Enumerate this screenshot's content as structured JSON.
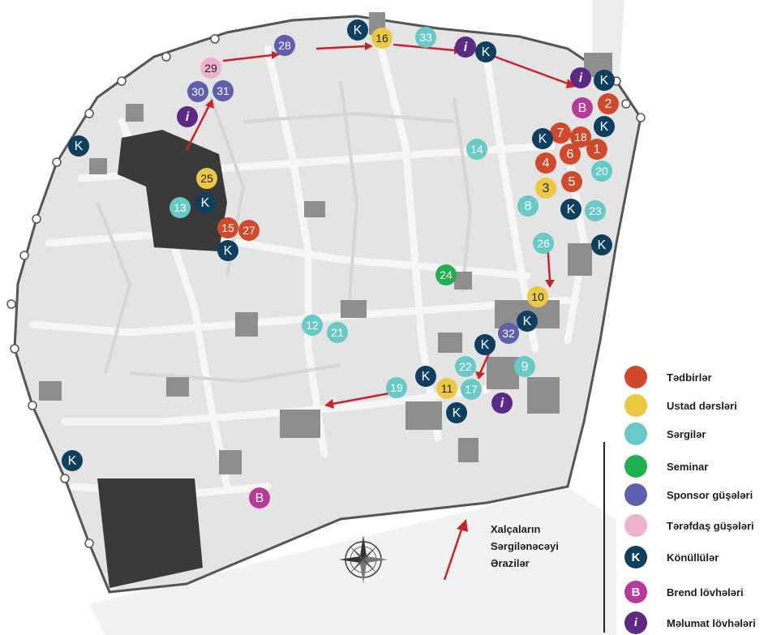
{
  "legend": {
    "items": [
      {
        "label": "Tədbirlər",
        "color": "#d0492a",
        "glyph": ""
      },
      {
        "label": "Ustad dərsləri",
        "color": "#ecc843",
        "glyph": ""
      },
      {
        "label": "Sərgilər",
        "color": "#68c9c7",
        "glyph": ""
      },
      {
        "label": "Seminar",
        "color": "#1fb04f",
        "glyph": ""
      },
      {
        "label": "Sponsor güşələri",
        "color": "#5f5eaf",
        "glyph": ""
      },
      {
        "label": "Tərəfdaş güşələri",
        "color": "#eeb2cf",
        "glyph": ""
      },
      {
        "label": "Könüllülər",
        "color": "#0e3f5f",
        "glyph": "K"
      },
      {
        "label": "Brend lövhələri",
        "color": "#b83b9a",
        "glyph": "B"
      },
      {
        "label": "Məlumat lövhələri",
        "color": "#5a2a86",
        "glyph": "i"
      }
    ]
  },
  "carpet_note": {
    "line1": "Xalçaların",
    "line2": "Sərgilənəcəyi",
    "line3": "Ərazilər"
  },
  "markers": [
    {
      "label": "1",
      "type": "event"
    },
    {
      "label": "2",
      "type": "event"
    },
    {
      "label": "4",
      "type": "event"
    },
    {
      "label": "5",
      "type": "event"
    },
    {
      "label": "6",
      "type": "event"
    },
    {
      "label": "7",
      "type": "event"
    },
    {
      "label": "18",
      "type": "event"
    },
    {
      "label": "15",
      "type": "event"
    },
    {
      "label": "27",
      "type": "event"
    },
    {
      "label": "3",
      "type": "masterclass"
    },
    {
      "label": "10",
      "type": "masterclass"
    },
    {
      "label": "11",
      "type": "masterclass"
    },
    {
      "label": "16",
      "type": "masterclass"
    },
    {
      "label": "25",
      "type": "masterclass"
    },
    {
      "label": "8",
      "type": "exhibition"
    },
    {
      "label": "9",
      "type": "exhibition"
    },
    {
      "label": "12",
      "type": "exhibition"
    },
    {
      "label": "13",
      "type": "exhibition"
    },
    {
      "label": "14",
      "type": "exhibition"
    },
    {
      "label": "17",
      "type": "exhibition"
    },
    {
      "label": "19",
      "type": "exhibition"
    },
    {
      "label": "20",
      "type": "exhibition"
    },
    {
      "label": "21",
      "type": "exhibition"
    },
    {
      "label": "22",
      "type": "exhibition"
    },
    {
      "label": "23",
      "type": "exhibition"
    },
    {
      "label": "26",
      "type": "exhibition"
    },
    {
      "label": "33",
      "type": "exhibition"
    },
    {
      "label": "24",
      "type": "seminar"
    },
    {
      "label": "28",
      "type": "sponsor"
    },
    {
      "label": "30",
      "type": "sponsor"
    },
    {
      "label": "31",
      "type": "sponsor"
    },
    {
      "label": "32",
      "type": "sponsor"
    },
    {
      "label": "29",
      "type": "partner"
    },
    {
      "label": "K",
      "type": "volunteer"
    },
    {
      "label": "K",
      "type": "volunteer"
    },
    {
      "label": "K",
      "type": "volunteer"
    },
    {
      "label": "K",
      "type": "volunteer"
    },
    {
      "label": "K",
      "type": "volunteer"
    },
    {
      "label": "K",
      "type": "volunteer"
    },
    {
      "label": "K",
      "type": "volunteer"
    },
    {
      "label": "K",
      "type": "volunteer"
    },
    {
      "label": "K",
      "type": "volunteer"
    },
    {
      "label": "K",
      "type": "volunteer"
    },
    {
      "label": "K",
      "type": "volunteer"
    },
    {
      "label": "K",
      "type": "volunteer"
    },
    {
      "label": "K",
      "type": "volunteer"
    },
    {
      "label": "K",
      "type": "volunteer"
    },
    {
      "label": "K",
      "type": "volunteer"
    },
    {
      "label": "B",
      "type": "brand"
    },
    {
      "label": "B",
      "type": "brand"
    },
    {
      "label": "i",
      "type": "info"
    },
    {
      "label": "i",
      "type": "info"
    },
    {
      "label": "i",
      "type": "info"
    },
    {
      "label": "i",
      "type": "info"
    }
  ]
}
